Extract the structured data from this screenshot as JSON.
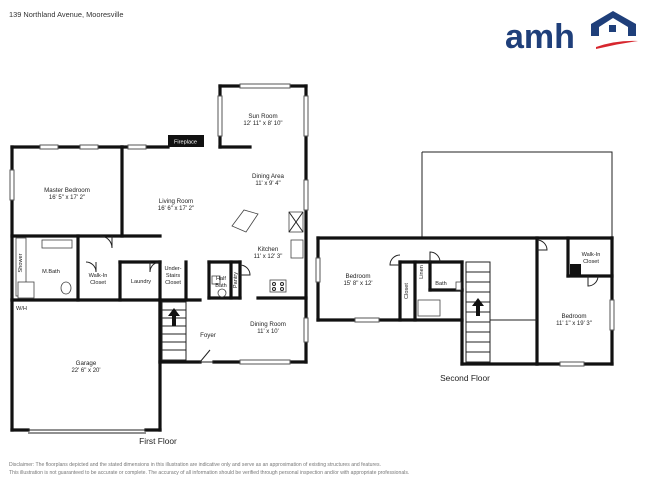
{
  "header": {
    "address": "139 Northland Avenue, Mooresville"
  },
  "logo": {
    "text": "amh",
    "text_color": "#1f3f7a",
    "roof_color": "#1f3f7a",
    "swoosh_color": "#d7262e"
  },
  "first_floor": {
    "caption": "First Floor",
    "labels": {
      "fireplace": "Fireplace",
      "wh": "W/H",
      "shower": "Shower",
      "laundry": "Laundry",
      "under_stairs_1": "Under-",
      "under_stairs_2": "Stairs",
      "under_stairs_3": "Closet",
      "half_bath_1": "Half",
      "half_bath_2": "Bath",
      "pantry": "Pantry",
      "foyer": "Foyer",
      "walk_in_1": "Walk-In",
      "walk_in_2": "Closet",
      "m_bath": "M.Bath"
    },
    "rooms": {
      "sun_room": {
        "name": "Sun Room",
        "dims": "12' 11\" x 8' 10\""
      },
      "master_bedroom": {
        "name": "Master Bedroom",
        "dims": "16' 5\" x 17' 2\""
      },
      "living_room": {
        "name": "Living Room",
        "dims": "16' 6\" x 17' 2\""
      },
      "dining_area": {
        "name": "Dining Area",
        "dims": "11' x 9' 4\""
      },
      "kitchen": {
        "name": "Kitchen",
        "dims": "11' x 12' 3\""
      },
      "dining_room": {
        "name": "Dining Room",
        "dims": "11' x 10'"
      },
      "garage": {
        "name": "Garage",
        "dims": "22' 6\" x 20'"
      }
    }
  },
  "second_floor": {
    "caption": "Second Floor",
    "labels": {
      "closet": "Closet",
      "linen": "Linen",
      "bath": "Bath",
      "walk_in_1": "Walk-In",
      "walk_in_2": "Closet"
    },
    "rooms": {
      "bedroom_left": {
        "name": "Bedroom",
        "dims": "15' 8\" x 12'"
      },
      "bedroom_right": {
        "name": "Bedroom",
        "dims": "11' 1\" x 19' 3\""
      }
    }
  },
  "disclaimer": {
    "line1": "Disclaimer: The floorplans depicted and the stated dimensions in this illustration are indicative only and serve as an approximation of existing structures and features.",
    "line2": "This illustration is not guaranteed to be accurate or complete. The accuracy of all information should be verified through personal inspection and/or with appropriate professionals."
  }
}
